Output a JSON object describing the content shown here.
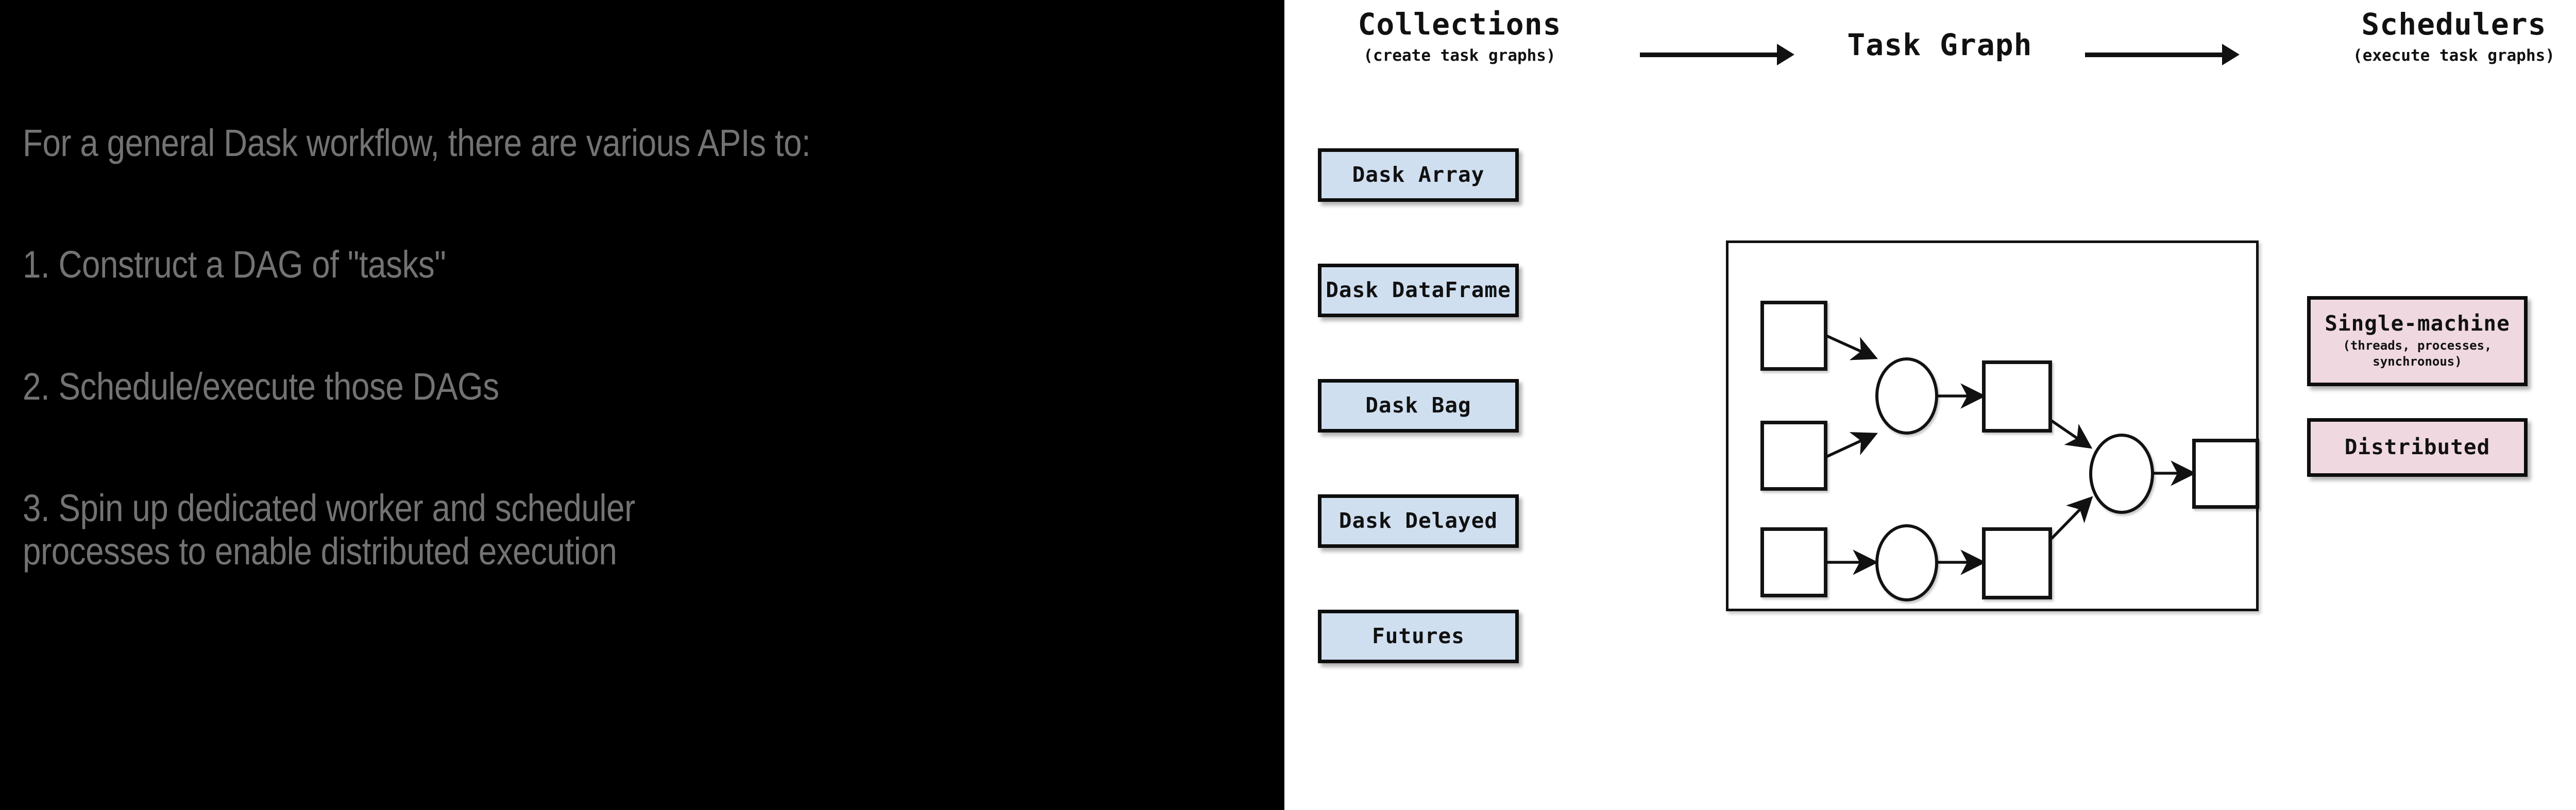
{
  "slide": {
    "background": "#000000",
    "text_color": "#737373",
    "lines": [
      "For a general Dask workflow, there are various APIs to:",
      "1. Construct a DAG of \"tasks\"",
      "2. Schedule/execute those DAGs",
      "3. Spin up dedicated worker and scheduler processes to enable distributed execution"
    ]
  },
  "diagram": {
    "colors": {
      "collection_box": "#cfdff0",
      "scheduler_box": "#efd8df",
      "outline": "#111111",
      "canvas": "#ffffff"
    },
    "header": {
      "collections": {
        "title": "Collections",
        "subtitle": "(create task graphs)"
      },
      "task_graph": {
        "title": "Task Graph",
        "subtitle": ""
      },
      "schedulers": {
        "title": "Schedulers",
        "subtitle": "(execute task graphs)"
      },
      "arrow_glyph": "→"
    },
    "collections": [
      {
        "label": "Dask Array"
      },
      {
        "label": "Dask DataFrame"
      },
      {
        "label": "Dask Bag"
      },
      {
        "label": "Dask Delayed"
      },
      {
        "label": "Futures"
      }
    ],
    "schedulers": [
      {
        "label": "Single-machine",
        "sublabel": "(threads, processes,\nsynchronous)"
      },
      {
        "label": "Distributed",
        "sublabel": ""
      }
    ],
    "task_graph": {
      "node_count": 9,
      "nodes": [
        {
          "id": "in1",
          "shape": "rect"
        },
        {
          "id": "in2",
          "shape": "rect"
        },
        {
          "id": "in3",
          "shape": "rect"
        },
        {
          "id": "op1",
          "shape": "circle"
        },
        {
          "id": "op2",
          "shape": "circle"
        },
        {
          "id": "mid1",
          "shape": "rect"
        },
        {
          "id": "mid2",
          "shape": "rect"
        },
        {
          "id": "op3",
          "shape": "circle"
        },
        {
          "id": "out",
          "shape": "rect"
        }
      ],
      "edges": [
        {
          "from": "in1",
          "to": "op1"
        },
        {
          "from": "in2",
          "to": "op1"
        },
        {
          "from": "op1",
          "to": "mid1"
        },
        {
          "from": "in3",
          "to": "op2"
        },
        {
          "from": "op2",
          "to": "mid2"
        },
        {
          "from": "mid1",
          "to": "op3"
        },
        {
          "from": "mid2",
          "to": "op3"
        },
        {
          "from": "op3",
          "to": "out"
        }
      ]
    }
  }
}
